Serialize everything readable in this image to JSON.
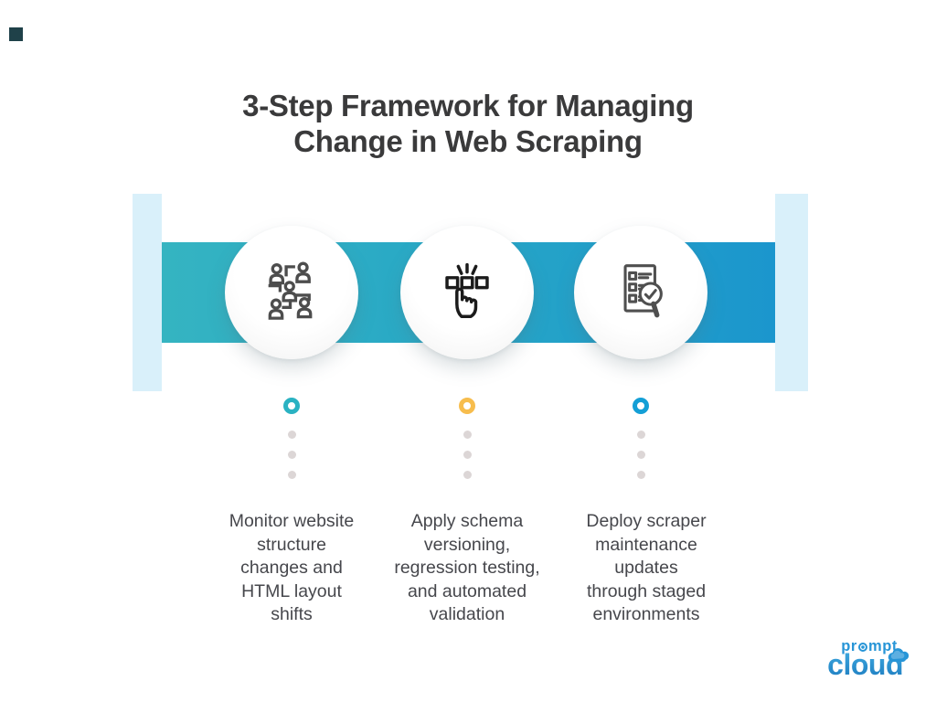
{
  "title": {
    "lines": [
      "3-Step Framework for Managing",
      "Change in Web Scraping"
    ]
  },
  "steps": [
    {
      "icon": "team-structure-icon",
      "marker_color": "#2ab2c2",
      "marker_style": "color:#2ab2c2",
      "description_lines": [
        "Monitor website",
        "structure",
        "changes and",
        "HTML layout",
        "shifts"
      ]
    },
    {
      "icon": "click-select-icon",
      "marker_color": "#f7bd4d",
      "marker_style": "color:#f7bd4d",
      "description_lines": [
        "Apply schema",
        "versioning,",
        "regression testing,",
        "and automated",
        "validation"
      ]
    },
    {
      "icon": "checklist-audit-icon",
      "marker_color": "#149fd6",
      "marker_style": "color:#149fd6",
      "description_lines": [
        "Deploy scraper",
        "maintenance",
        "updates",
        "through staged",
        "environments"
      ]
    }
  ],
  "brand": {
    "logo_top_pre": "pr",
    "logo_top_post": "mpt",
    "logo_bottom": "cloud"
  },
  "colors": {
    "band_start": "#35b4c1",
    "band_end": "#1b96cd",
    "edge_caps": "#d9f0fa",
    "connector_dot": "#dcd6d6",
    "title_text": "#3a3a3b",
    "body_text": "#46474c",
    "logo_blue": "#2795d7",
    "corner_mark": "#1f4149"
  }
}
